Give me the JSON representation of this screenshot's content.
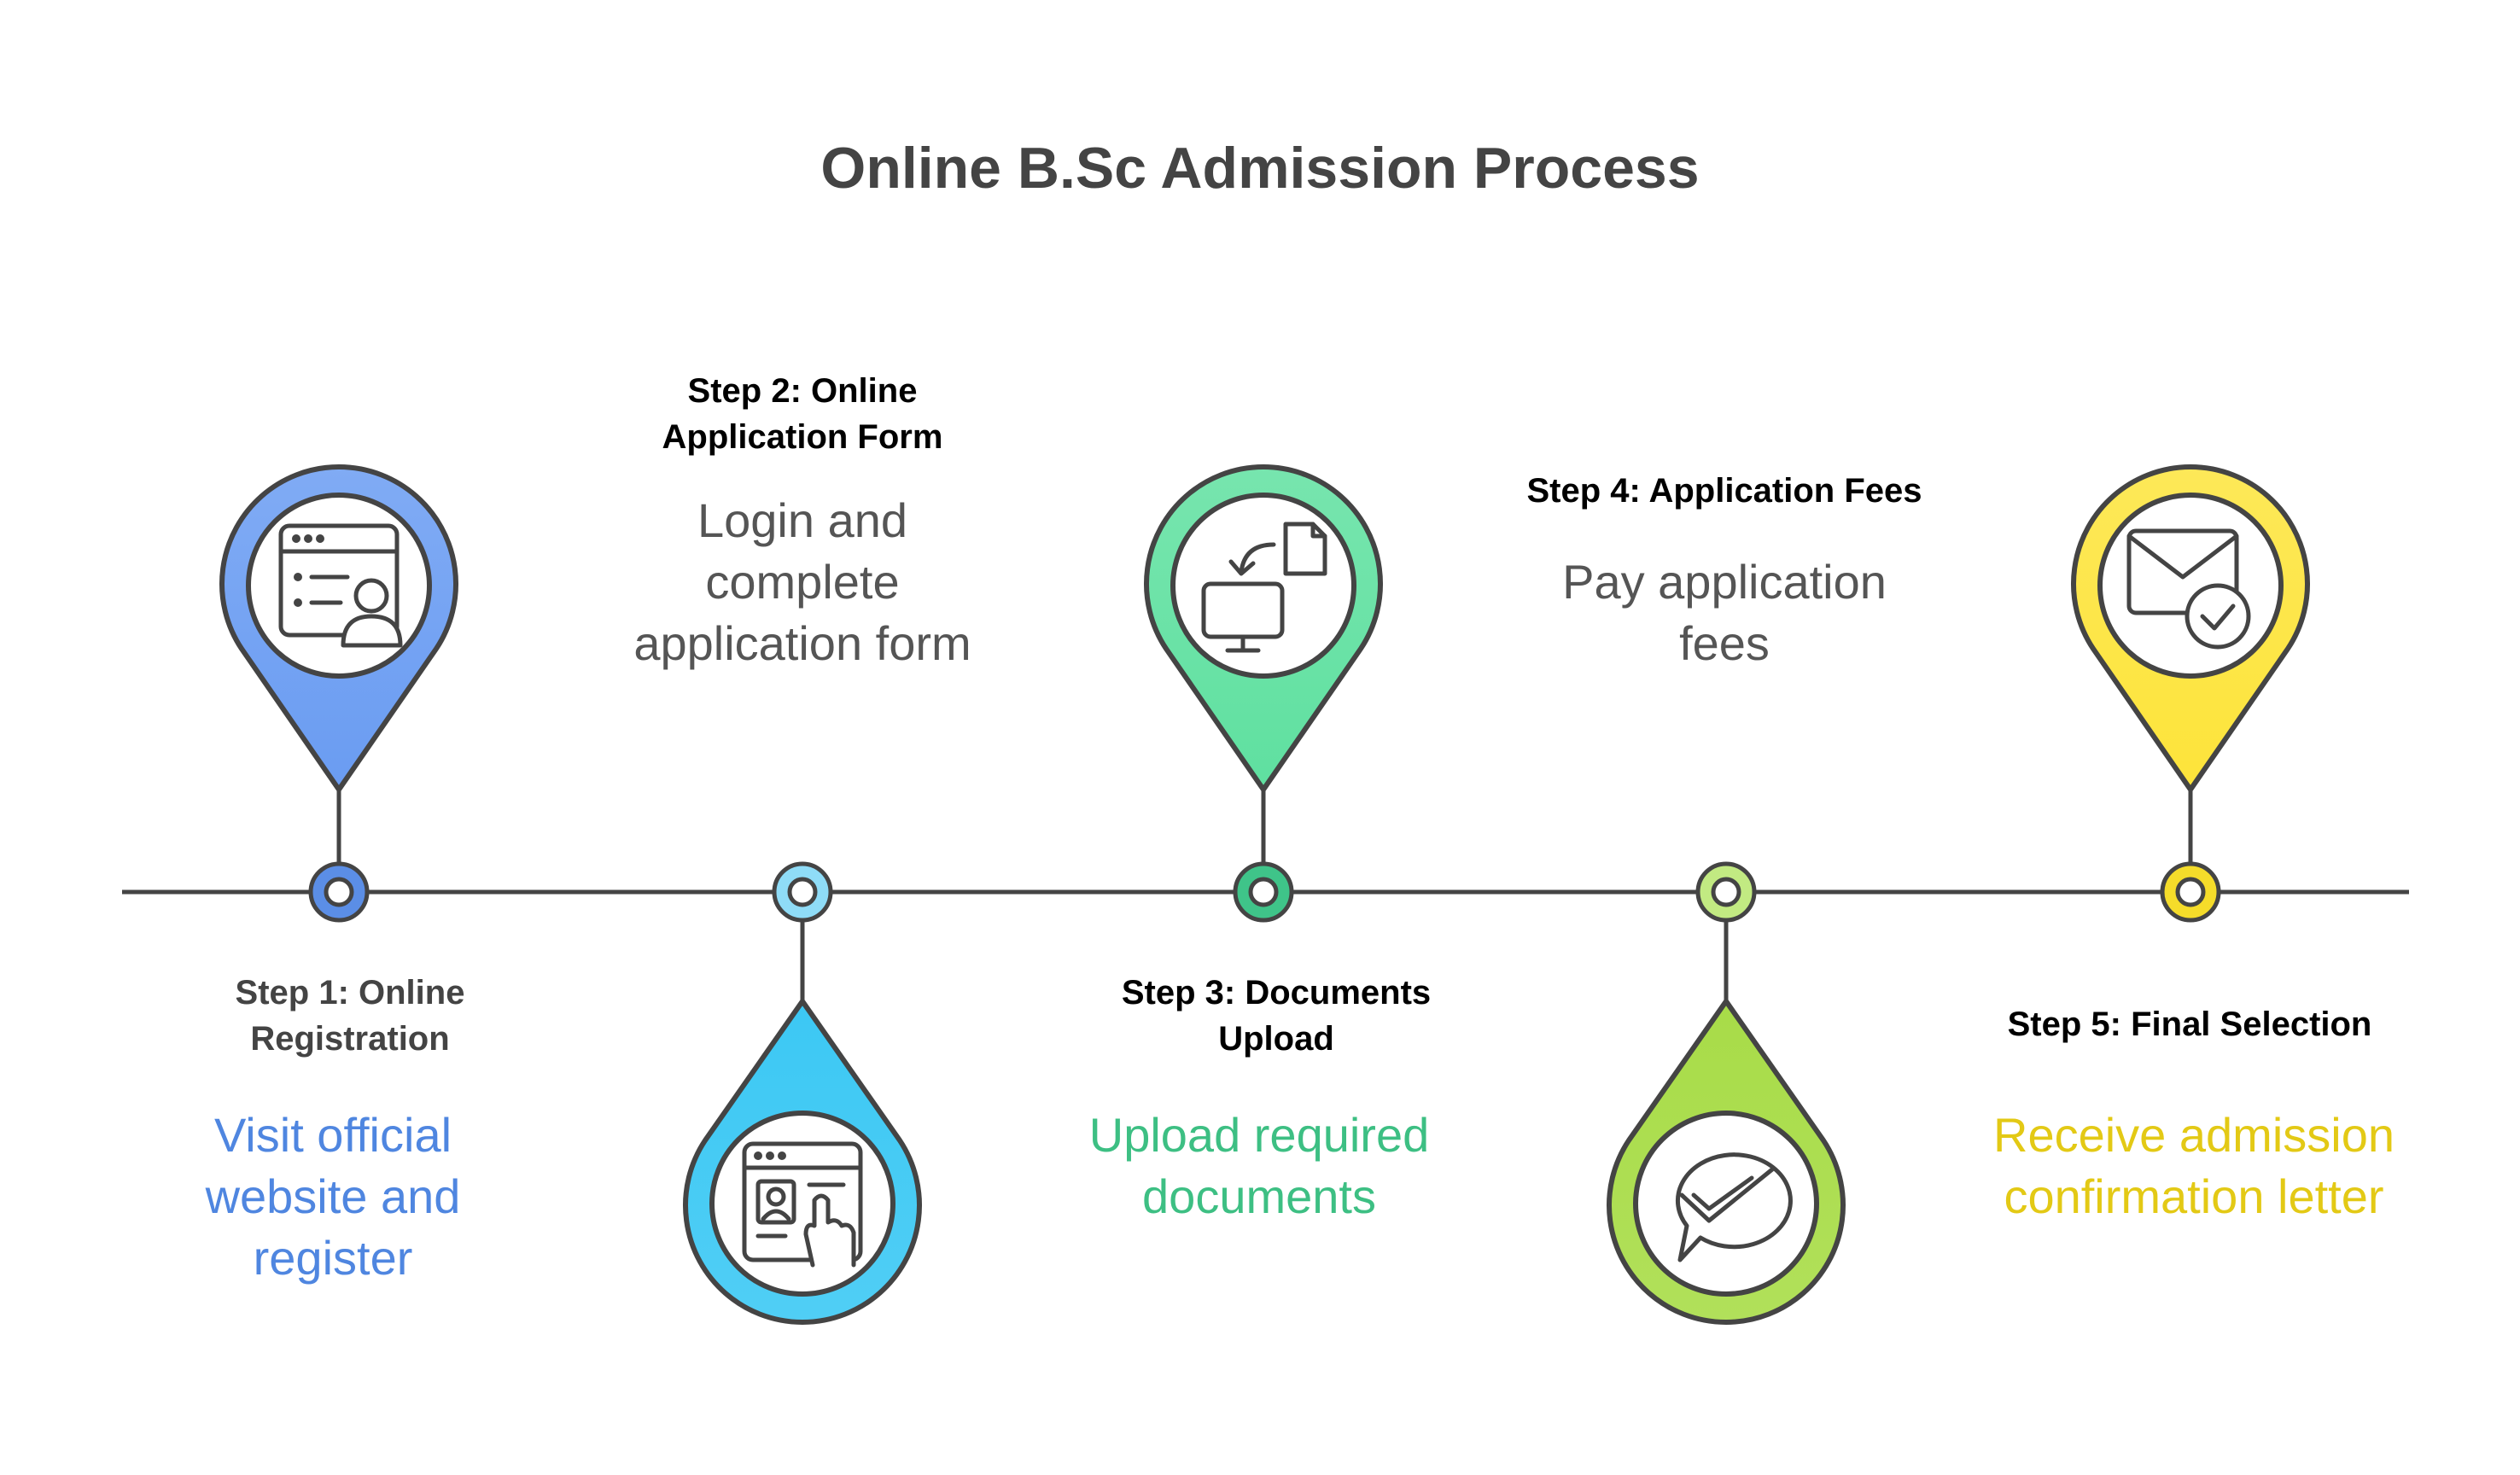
{
  "title": "Online B.Sc Admission Process",
  "colors": {
    "line": "#444444",
    "heading": "#000000",
    "desc_gray": "#555555"
  },
  "steps": [
    {
      "heading": "Step 1: Online Registration",
      "description": "Visit official website and register",
      "icon": "user-profile-window-icon",
      "color": "#6a9cf2",
      "dot_color": "#5b8ee6",
      "desc_color": "#4f86e0",
      "position": "above"
    },
    {
      "heading": "Step 2: Online Application Form",
      "description": "Login and complete application form",
      "icon": "form-touch-icon",
      "color": "#3cc8f4",
      "dot_color": "#8fdcf7",
      "desc_color": "#555555",
      "position": "below"
    },
    {
      "heading": "Step 3: Documents Upload",
      "description": "Upload required documents",
      "icon": "document-transfer-icon",
      "color": "#5fe0a0",
      "dot_color": "#3fc489",
      "desc_color": "#3dbf83",
      "position": "above"
    },
    {
      "heading": "Step 4: Application Fees",
      "description": "Pay application fees",
      "icon": "chat-checkmark-icon",
      "color": "#a8dc48",
      "dot_color": "#c2ea82",
      "desc_color": "#555555",
      "position": "below"
    },
    {
      "heading": "Step 5: Final Selection",
      "description": "Receive admission confirmation letter",
      "icon": "mail-checkmark-icon",
      "color": "#fde43a",
      "dot_color": "#f5dc2a",
      "desc_color": "#e3c915",
      "position": "above"
    }
  ]
}
